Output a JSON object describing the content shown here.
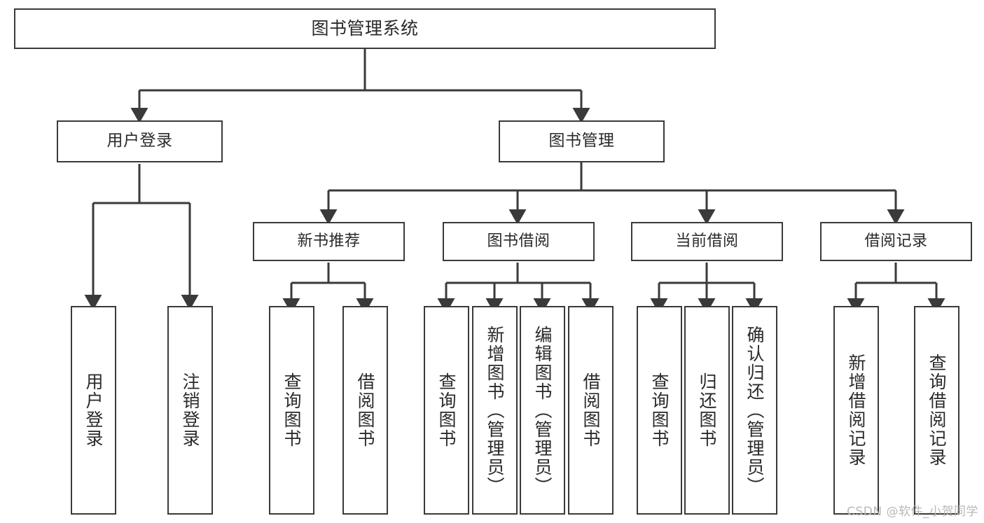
{
  "diagram": {
    "title": "图书管理系统",
    "type": "hierarchy-tree",
    "background": "#ffffff",
    "border_color": "#3a3a3a",
    "text_color": "#2a2a2a",
    "root": {
      "label": "图书管理系统"
    },
    "level1": [
      {
        "label": "用户登录"
      },
      {
        "label": "图书管理"
      }
    ],
    "level2": [
      {
        "label": "新书推荐"
      },
      {
        "label": "图书借阅"
      },
      {
        "label": "当前借阅"
      },
      {
        "label": "借阅记录"
      }
    ],
    "leaves": {
      "user_login": [
        {
          "label": "用户登录"
        },
        {
          "label": "注销登录"
        }
      ],
      "new_book_recommend": [
        {
          "label": "查询图书"
        },
        {
          "label": "借阅图书"
        }
      ],
      "book_borrow": [
        {
          "label": "查询图书"
        },
        {
          "label": "新增图书（管理员）"
        },
        {
          "label": "编辑图书（管理员）"
        },
        {
          "label": "借阅图书"
        }
      ],
      "current_borrow": [
        {
          "label": "查询图书"
        },
        {
          "label": "归还图书"
        },
        {
          "label": "确认归还（管理员）"
        }
      ],
      "borrow_record": [
        {
          "label": "新增借阅记录"
        },
        {
          "label": "查询借阅记录"
        }
      ]
    }
  },
  "watermark": {
    "text": "CSDN @软件_小贺同学"
  }
}
